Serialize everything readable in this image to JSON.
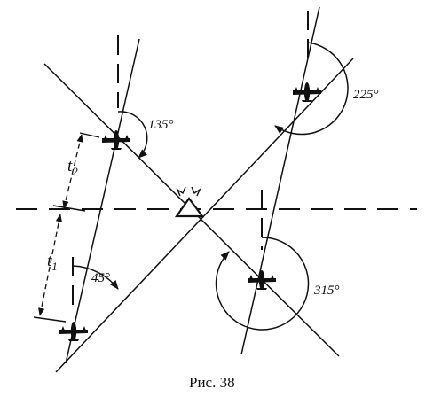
{
  "figure": {
    "caption": "Рис. 38",
    "angle_labels": {
      "a135": "135°",
      "a225": "225°",
      "a315": "315°",
      "a45": "45°"
    },
    "time_labels": {
      "t2": "t",
      "t2_sub": "2",
      "t1": "t",
      "t1_sub": "1"
    }
  }
}
